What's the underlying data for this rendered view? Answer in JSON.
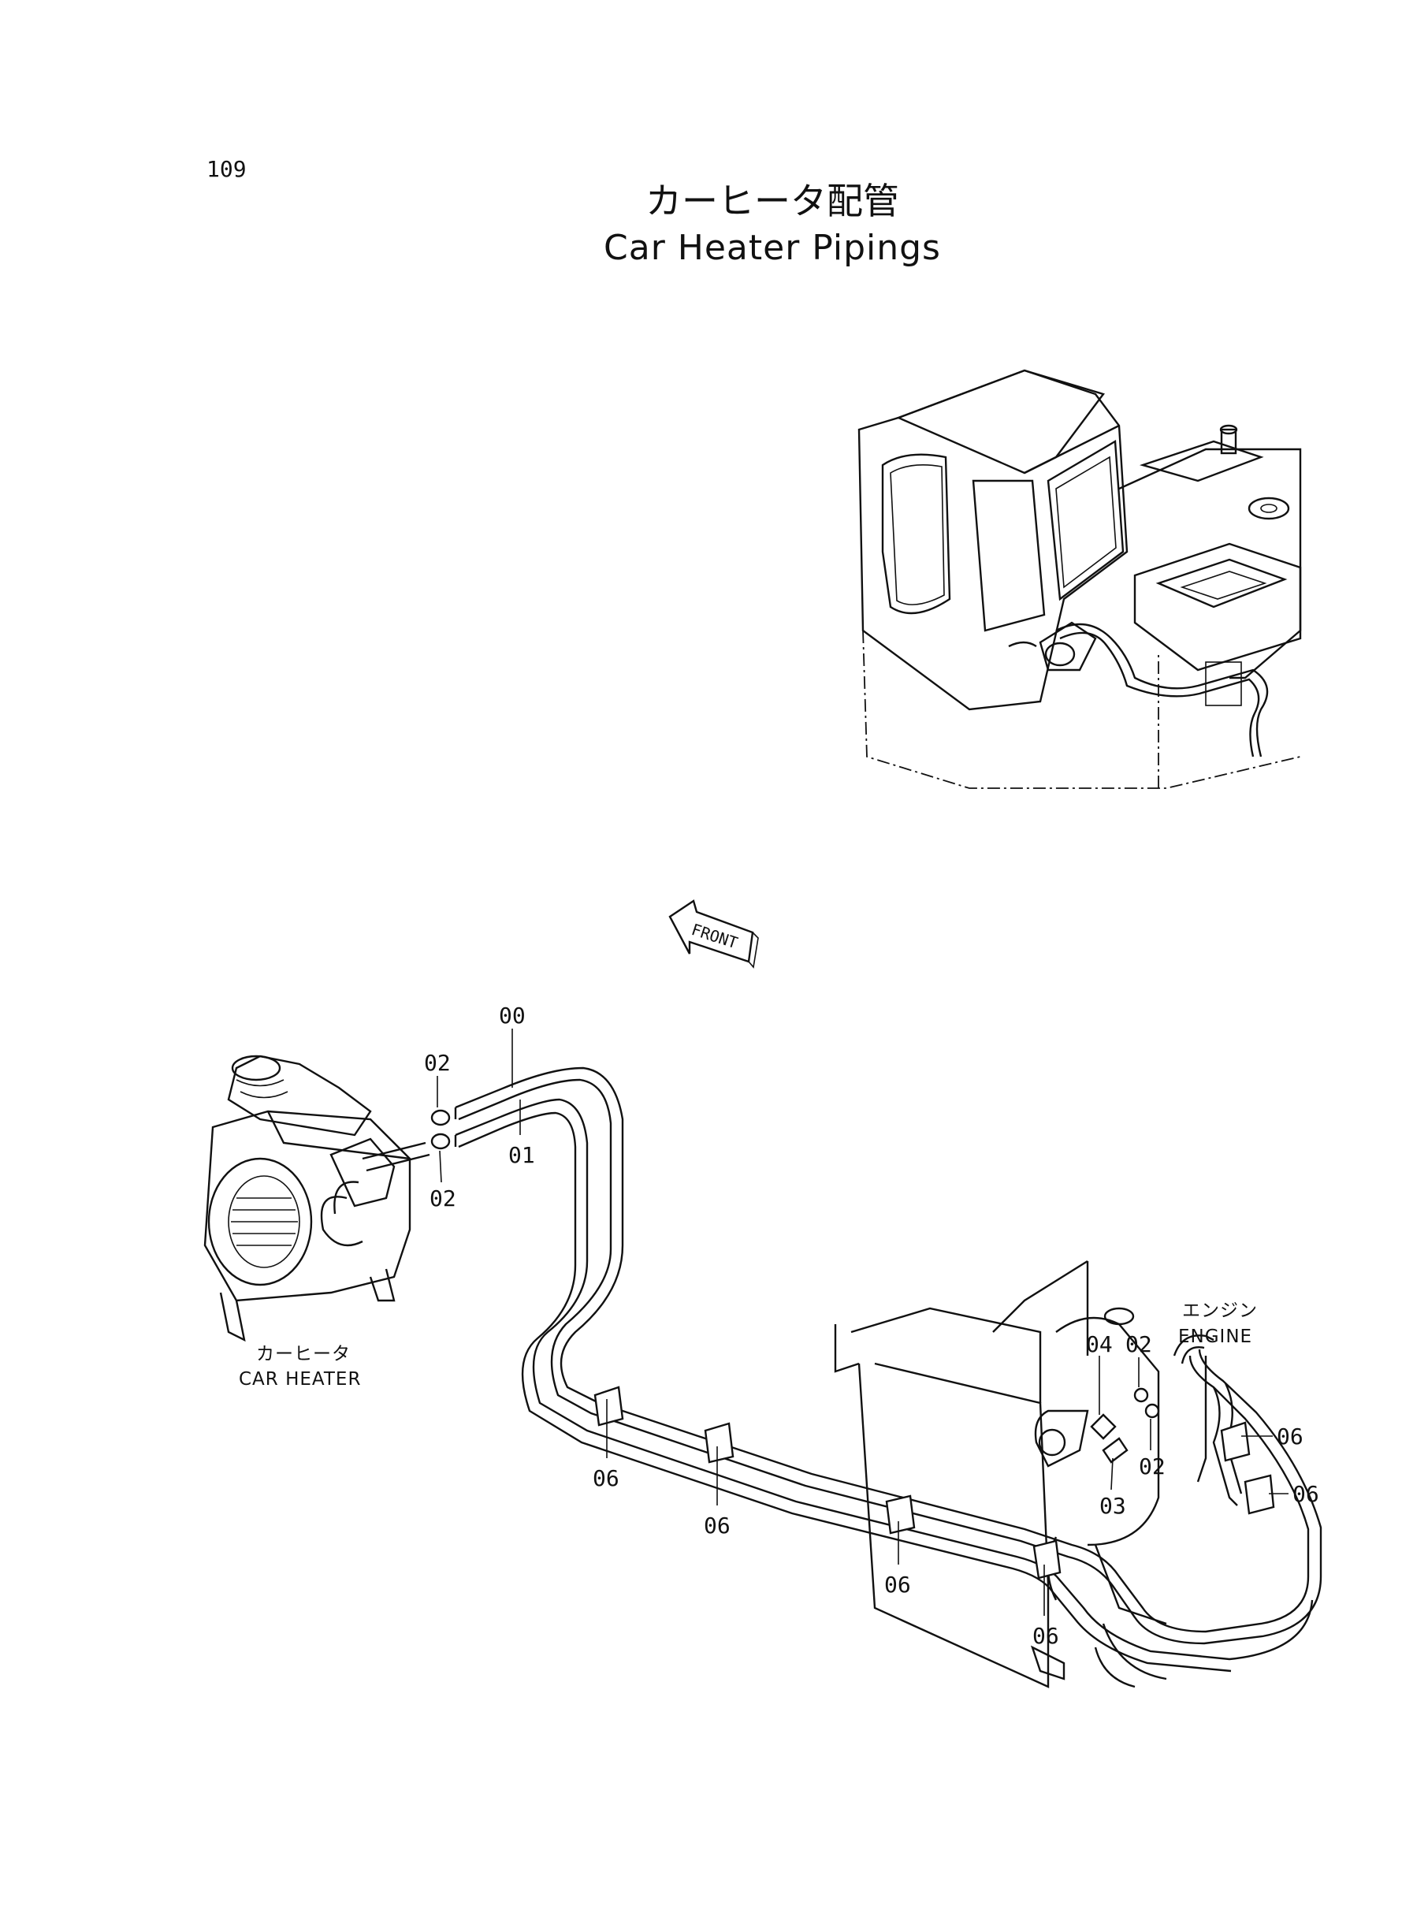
{
  "page_number": "109",
  "title_jp": "カーヒータ配管",
  "title_en": "Car Heater Pipings",
  "front_arrow_label": "FRONT",
  "components": {
    "car_heater_jp": "カーヒータ",
    "car_heater_en": "CAR HEATER",
    "engine_jp": "エンジン",
    "engine_en": "ENGINE"
  },
  "callouts": {
    "c00": "00",
    "c01": "01",
    "c02a": "02",
    "c02b": "02",
    "c02c": "02",
    "c02d": "02",
    "c03": "03",
    "c04": "04",
    "c06a": "06",
    "c06b": "06",
    "c06c": "06",
    "c06d": "06",
    "c06e": "06",
    "c06f": "06"
  }
}
